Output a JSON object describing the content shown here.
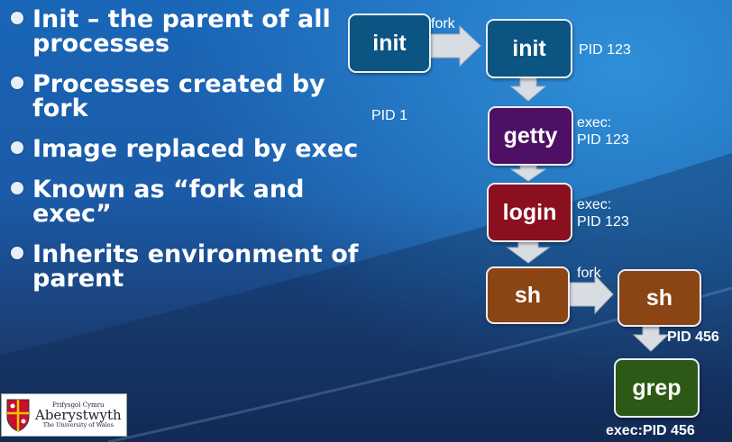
{
  "bullets": [
    "Init – the parent of all processes",
    "Processes created by fork",
    "Image replaced by exec",
    "Known as “fork and exec”",
    "Inherits environment of parent"
  ],
  "diagram": {
    "nodes": {
      "init_parent": "init",
      "init_child": "init",
      "getty": "getty",
      "login": "login",
      "sh_parent": "sh",
      "sh_child": "sh",
      "grep": "grep"
    },
    "labels": {
      "fork_top": "fork",
      "fork_bottom": "fork",
      "pid_1": "PID 1",
      "pid_123": "PID 123",
      "getty_exec": "exec:\nPID 123",
      "login_exec": "exec:\nPID 123",
      "pid_456": "PID 456",
      "grep_exec": "exec:PID 456"
    },
    "colors": {
      "init": "#0c5482",
      "getty": "#4e1065",
      "login": "#8a1020",
      "sh": "#8b4514",
      "grep": "#2c5a16"
    }
  },
  "logo": {
    "line1": "Prifysgol Cymru",
    "name": "Aberystwyth",
    "line3": "The University of Wales"
  }
}
